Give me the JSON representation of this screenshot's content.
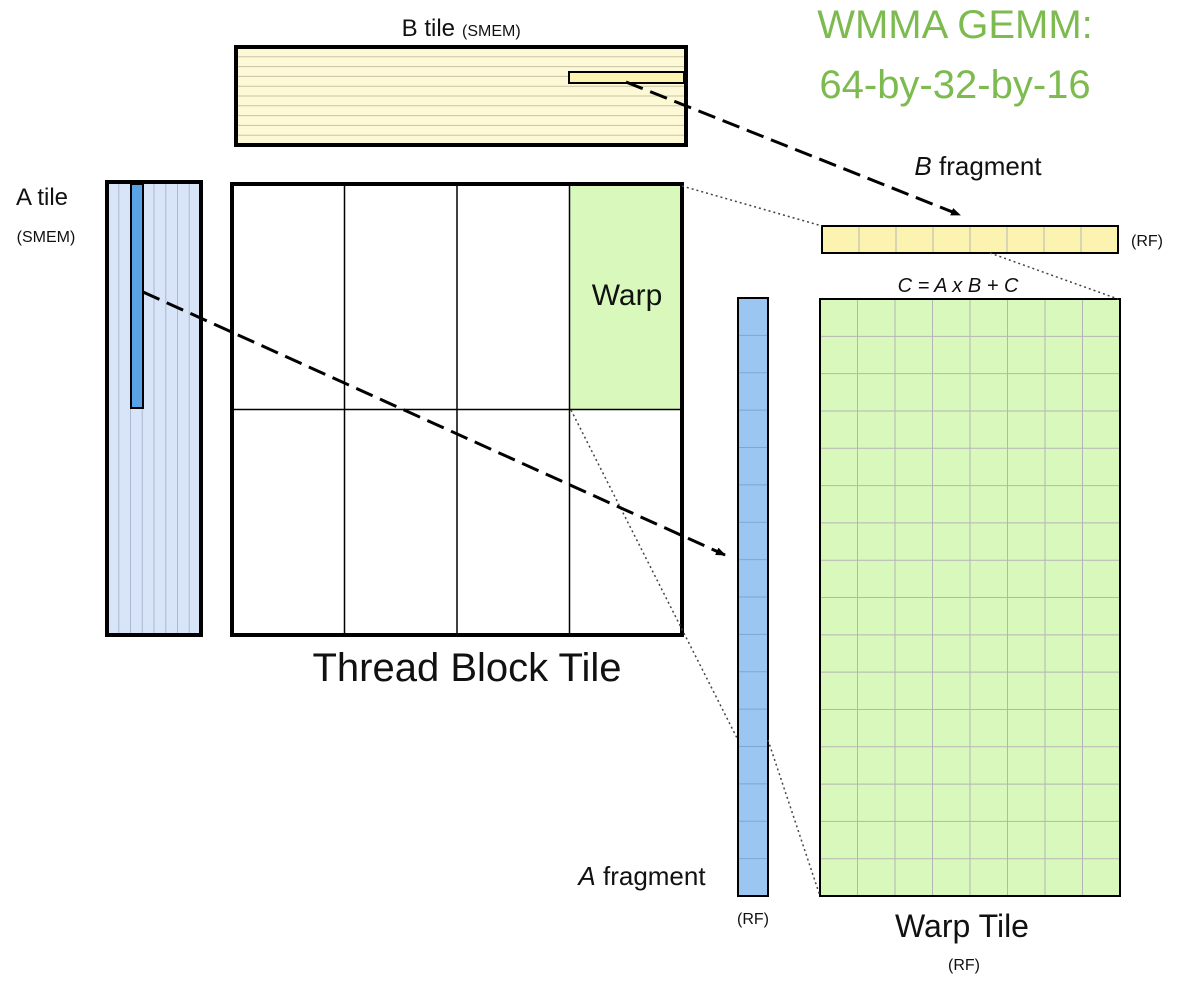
{
  "title": {
    "line1": "WMMA GEMM:",
    "line2": "64-by-32-by-16"
  },
  "labels": {
    "b_tile": "B tile",
    "smem": "(SMEM)",
    "a_tile": "A tile",
    "b_fragment_italic": "B",
    "a_fragment_italic": "A",
    "fragment_word": " fragment",
    "rf": "(RF)",
    "warp": "Warp",
    "equation": "C = A x B + C",
    "thread_block_tile": "Thread Block Tile",
    "warp_tile": "Warp Tile"
  },
  "colors": {
    "title_green": "#7dbb50",
    "b_fill": "#fdf8d6",
    "b_fragment_fill": "#fdf3b0",
    "a_fill": "#d8e4f7",
    "a_highlight": "#5aa2e6",
    "a_fragment_fill": "#9cc6f2",
    "warp_fill": "#d8f8bc",
    "grid_line": "#b5b5b5"
  },
  "structure": {
    "thread_block_rows": 2,
    "thread_block_cols": 4,
    "warp_tile_rows": 16,
    "warp_tile_cols": 8,
    "b_fragment_cells": 8,
    "a_fragment_cells": 16,
    "a_tile_columns": 8,
    "b_tile_rows": 10
  }
}
